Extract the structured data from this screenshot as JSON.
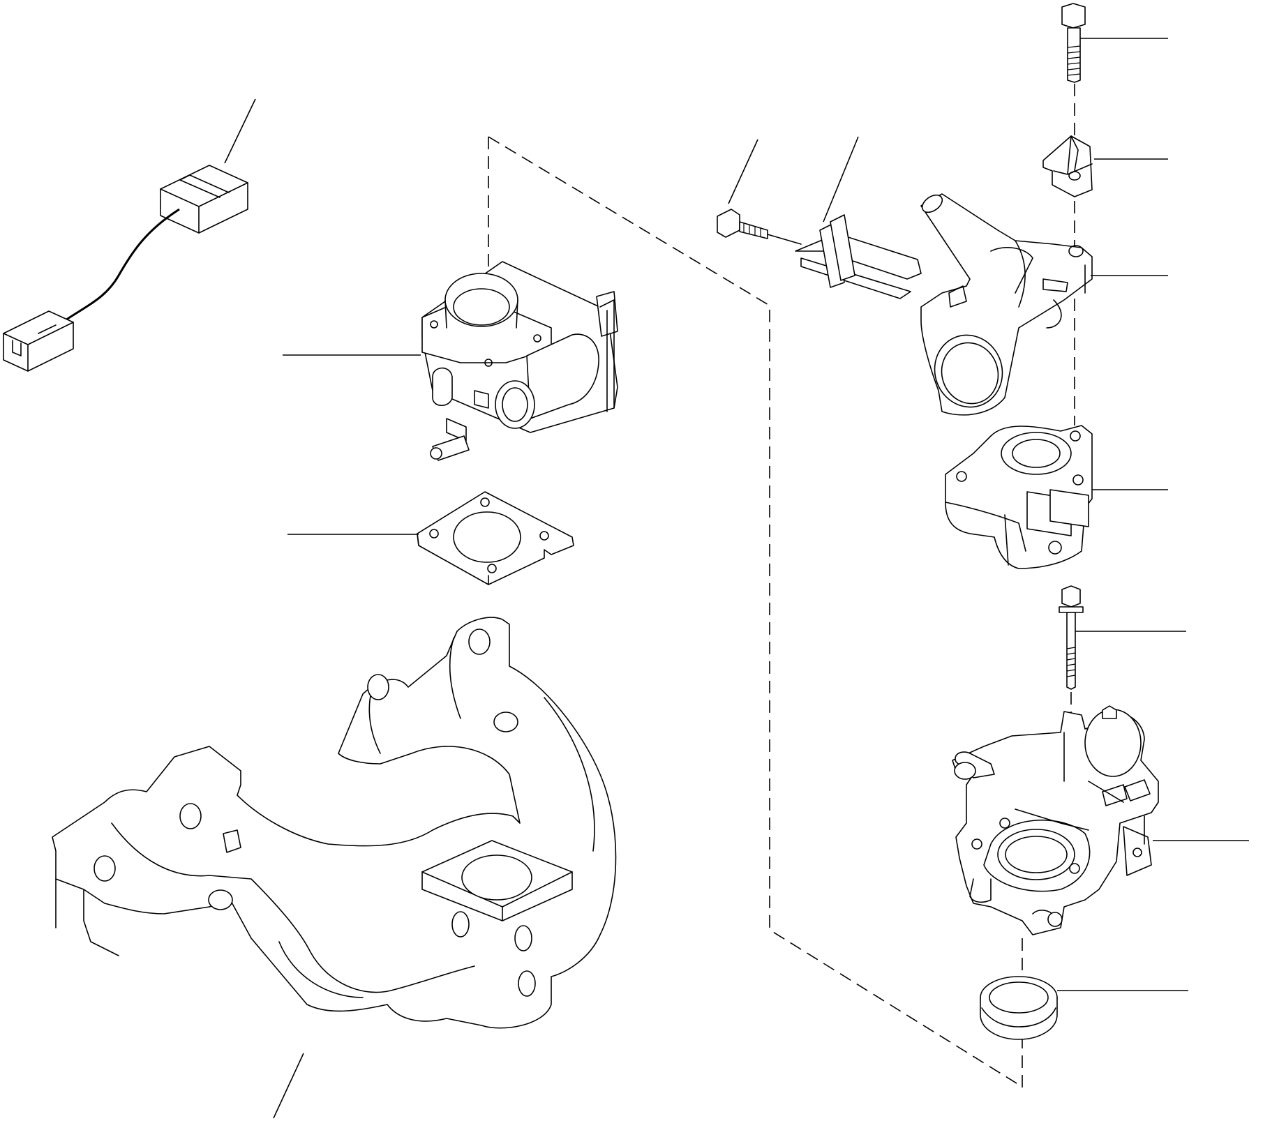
{
  "diagram": {
    "parts": [
      {
        "id": "harness-connector",
        "label": ""
      },
      {
        "id": "throttle-body",
        "label": ""
      },
      {
        "id": "throttle-gasket",
        "label": ""
      },
      {
        "id": "intake-manifold",
        "label": ""
      },
      {
        "id": "flange-bolt",
        "label": ""
      },
      {
        "id": "thermostat-gasket",
        "label": ""
      },
      {
        "id": "long-bolt-top",
        "label": ""
      },
      {
        "id": "bracket-clip",
        "label": ""
      },
      {
        "id": "water-outlet",
        "label": ""
      },
      {
        "id": "thermostat-housing",
        "label": ""
      },
      {
        "id": "long-bolt-lower",
        "label": ""
      },
      {
        "id": "throttle-assembly",
        "label": ""
      },
      {
        "id": "seal-ring",
        "label": ""
      }
    ],
    "colors": {
      "line": "#000000",
      "background": "#ffffff"
    }
  }
}
